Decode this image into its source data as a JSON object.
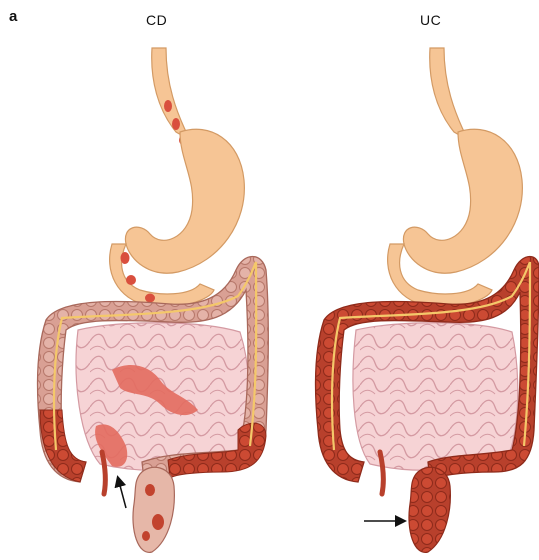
{
  "figure": {
    "panel_label": "a",
    "left_title": "CD",
    "right_title": "UC"
  },
  "colors": {
    "healthy_stomach": "#f6c595",
    "healthy_stomach_outline": "#d39a64",
    "colon_healthy": "#d9a094",
    "colon_inflamed": "#c2432e",
    "colon_inflamed_dark": "#8e2a1a",
    "small_intestine": "#f6d3d5",
    "small_intestine_lines": "#d49aa2",
    "small_intestine_inflamed": "#e36b5f",
    "mesenteric_vessel": "#f4c86a",
    "arrow": "#111111"
  },
  "icons": {
    "left_arrow": "arrow-up-left-pointer",
    "right_arrow": "arrow-right-pointer"
  }
}
